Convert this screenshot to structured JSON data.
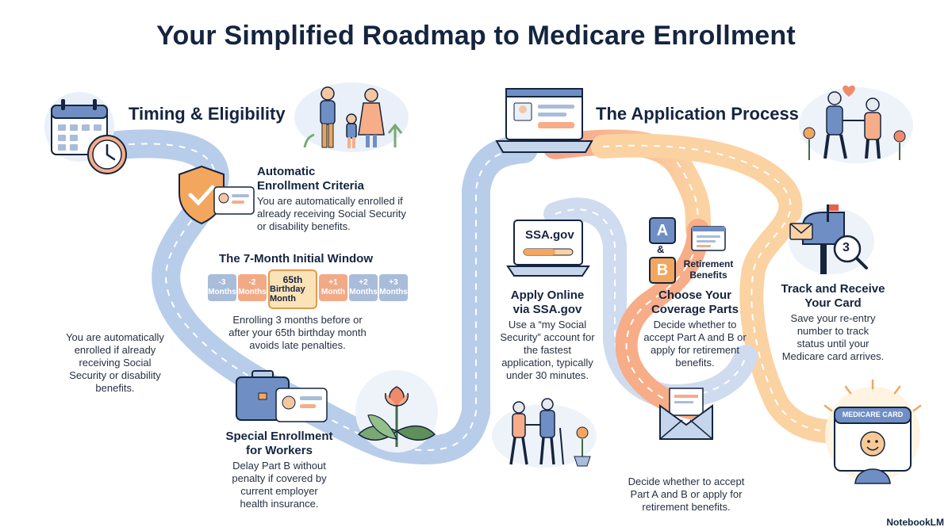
{
  "title": "Your Simplified Roadmap to Medicare Enrollment",
  "sections": {
    "timing": "Timing & Eligibility",
    "application": "The Application Process"
  },
  "automatic": {
    "heading_line1": "Automatic",
    "heading_line2": "Enrollment Criteria",
    "body": [
      "You are automatically enrolled if",
      "already receiving Social Security",
      "or disability benefits."
    ]
  },
  "window": {
    "heading": "The 7-Month Initial Window",
    "months": [
      {
        "value": "-3",
        "unit": "Months"
      },
      {
        "value": "-2",
        "unit": "Months"
      },
      {
        "value": "65th",
        "unit": "Birthday Month"
      },
      {
        "value": "+1",
        "unit": "Month"
      },
      {
        "value": "+2",
        "unit": "Months"
      },
      {
        "value": "+3",
        "unit": "Months"
      }
    ],
    "body": [
      "Enrolling 3 months before or",
      "after your 65th birthday month",
      "avoids late penalties."
    ]
  },
  "left_note": [
    "You are automatically",
    "enrolled if already",
    "receiving Social",
    "Security or disability",
    "benefits."
  ],
  "special": {
    "heading_line1": "Special Enrollment",
    "heading_line2": "for Workers",
    "body": [
      "Delay Part B without",
      "penalty if covered by",
      "current employer",
      "health insurance."
    ]
  },
  "apply": {
    "screen_label": "SSA.gov",
    "heading_line1": "Apply Online",
    "heading_line2": "via SSA.gov",
    "body": [
      "Use a “my Social",
      "Security” account for",
      "the fastest",
      "application, typically",
      "under 30 minutes."
    ]
  },
  "coverage": {
    "part_a": "A",
    "ampersand": "&",
    "part_b": "B",
    "retirement_line1": "Retirement",
    "retirement_line2": "Benefits",
    "heading_line1": "Choose Your",
    "heading_line2": "Coverage Parts",
    "body": [
      "Decide whether to",
      "accept Part A and B or",
      "apply for retirement",
      "benefits."
    ]
  },
  "track": {
    "badge": "3",
    "heading_line1": "Track and Receive",
    "heading_line2": "Your Card",
    "body": [
      "Save your re-entry",
      "number to track",
      "status until your",
      "Medicare card arrives."
    ]
  },
  "bottom_note": [
    "Decide whether to accept",
    "Part A and B or apply for",
    "retirement benefits."
  ],
  "card_label": "MEDICARE CARD",
  "brand": "NotebookLM",
  "colors": {
    "navy": "#15243f",
    "road_blue": "#c5d6ec",
    "road_orange": "#f6b08c",
    "accent_orange": "#e8885a",
    "accent_blue": "#6f8fc4"
  }
}
